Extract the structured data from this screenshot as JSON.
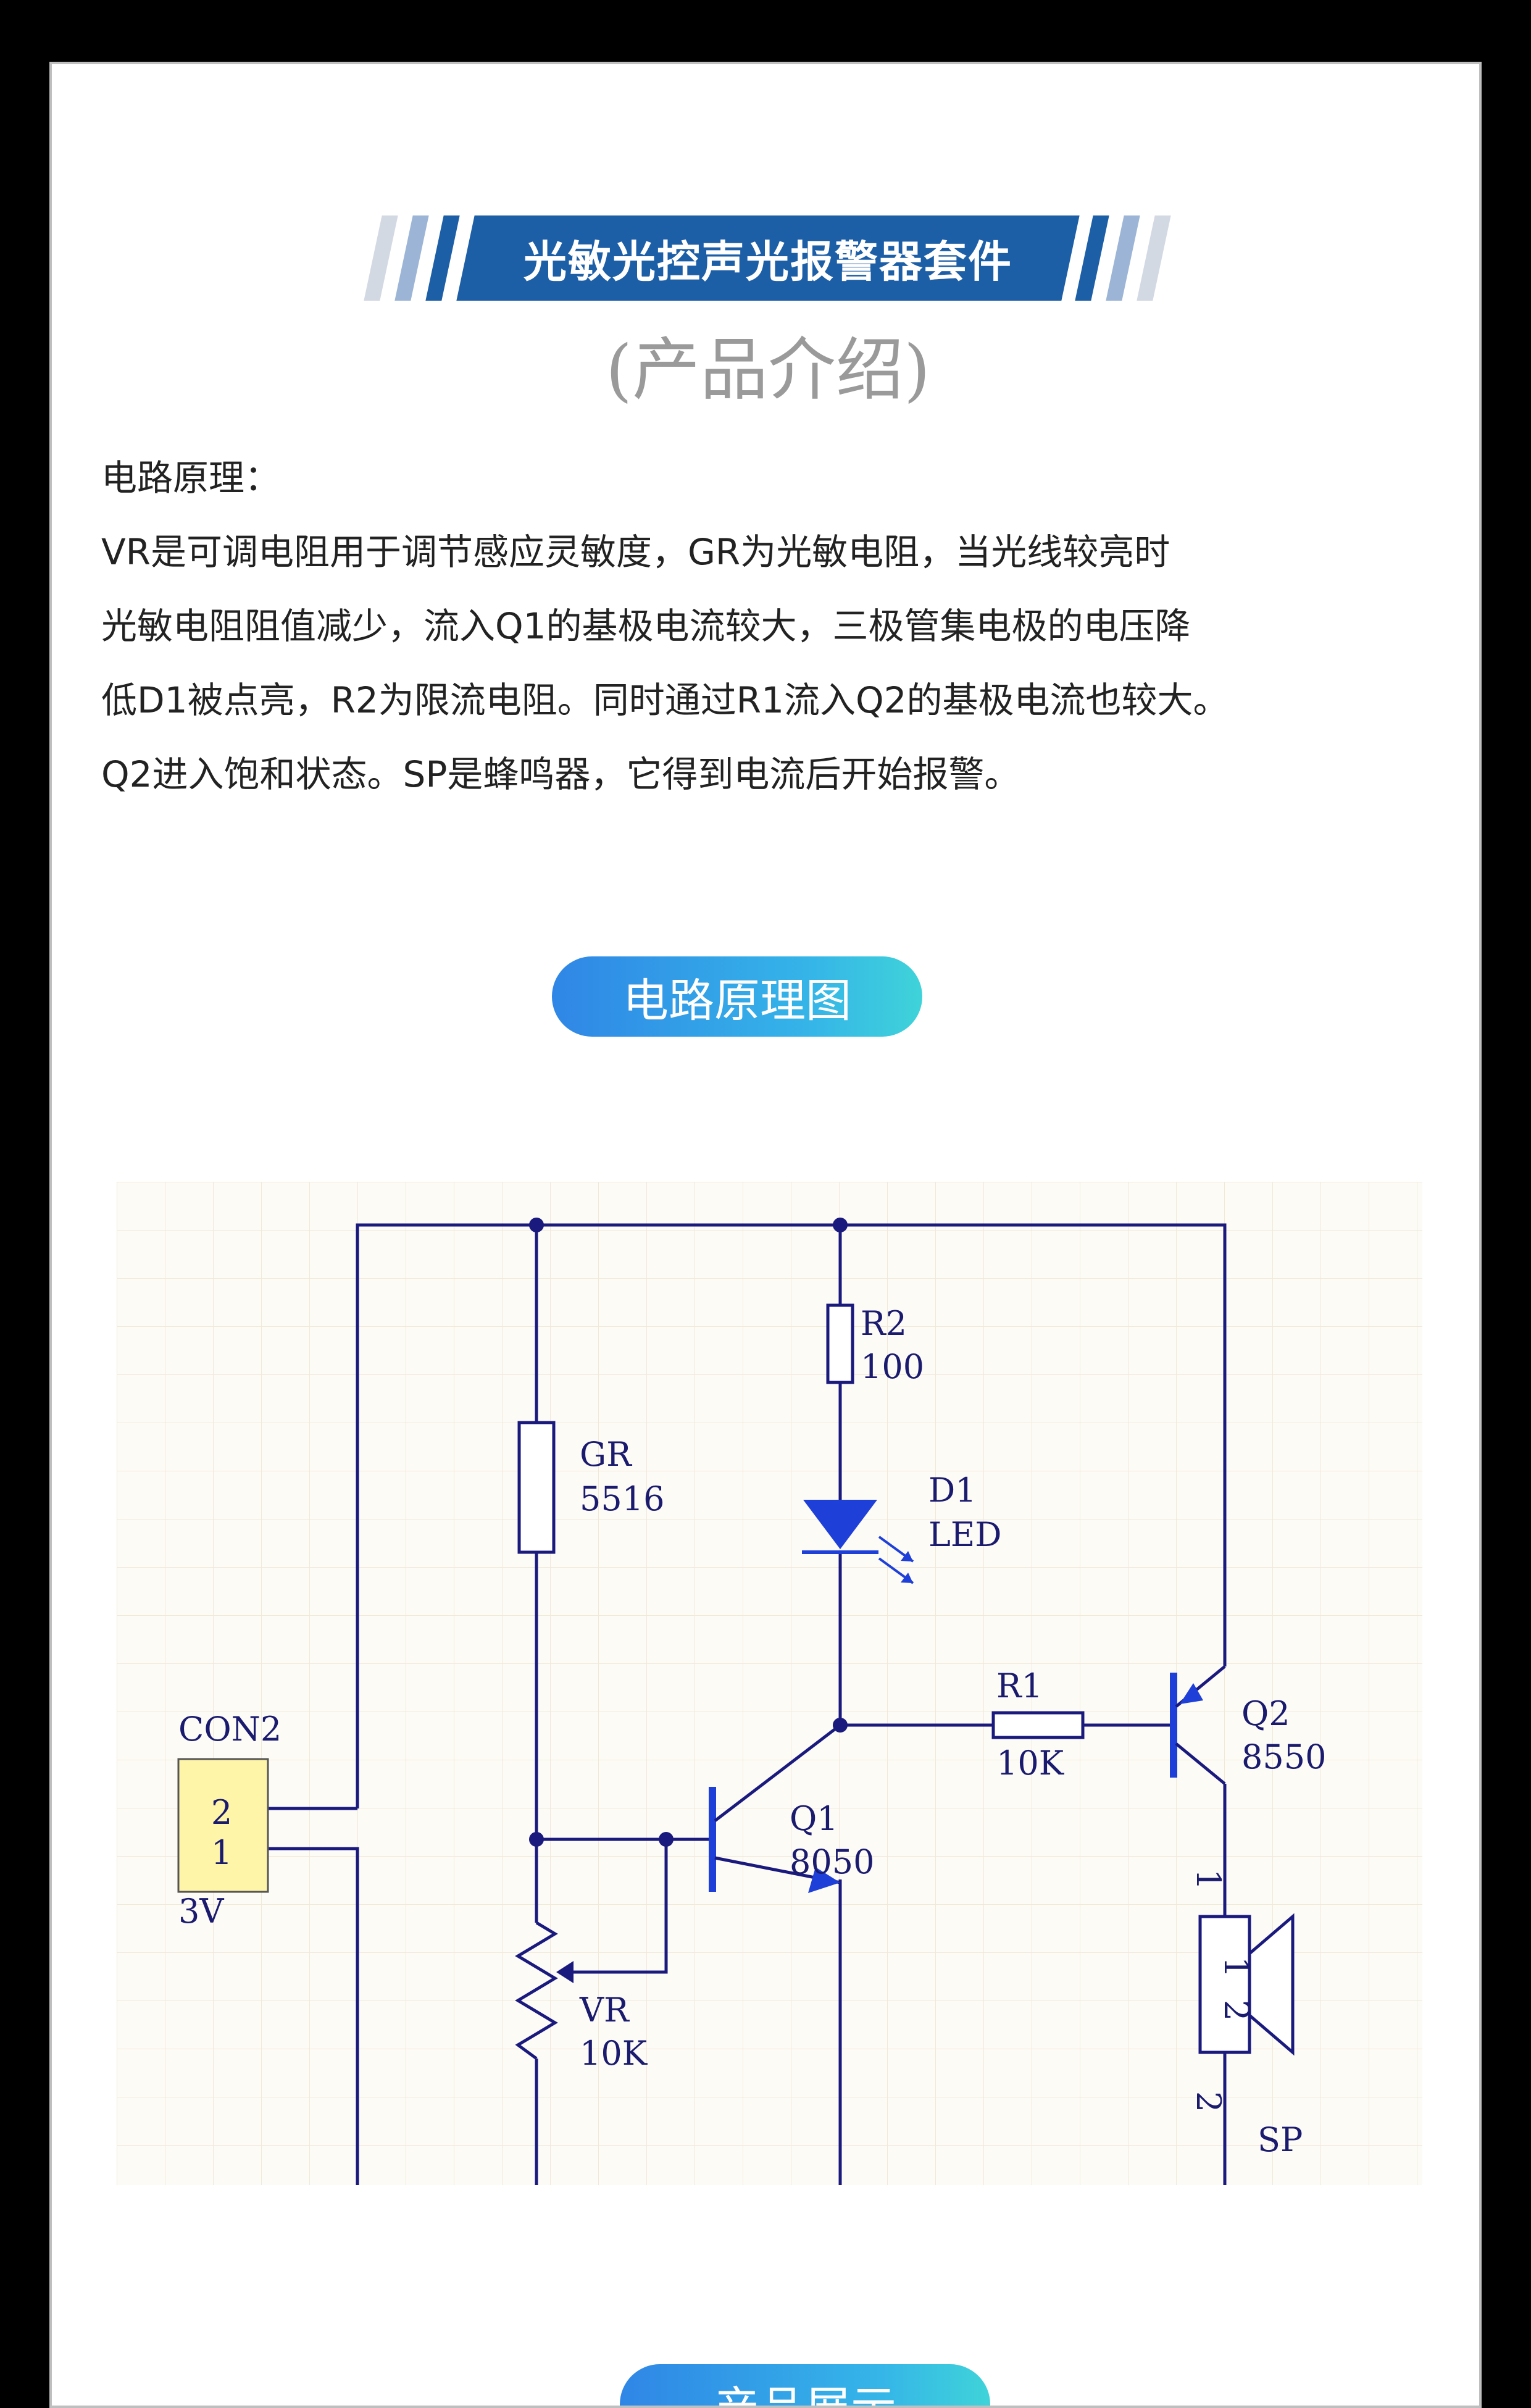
{
  "header": {
    "banner_title": "光敏光控声光报警器套件",
    "subtitle": "(产品介绍)"
  },
  "description": {
    "heading": "电路原理：",
    "lines": [
      "VR是可调电阻用于调节感应灵敏度，GR为光敏电阻，当光线较亮时",
      "光敏电阻阻值减少，流入Q1的基极电流较大，三极管集电极的电压降",
      "低D1被点亮，R2为限流电阻。同时通过R1流入Q2的基极电流也较大。",
      "Q2进入饱和状态。SP是蜂鸣器，它得到电流后开始报警。"
    ]
  },
  "section_schematic": {
    "label": "电路原理图"
  },
  "section_next": {
    "label": "产品展示"
  },
  "schematic": {
    "components": {
      "con2": {
        "ref": "CON2",
        "pin_top": "2",
        "pin_bottom": "1",
        "value": "3V"
      },
      "gr": {
        "ref": "GR",
        "value": "5516"
      },
      "r2": {
        "ref": "R2",
        "value": "100"
      },
      "d1": {
        "ref": "D1",
        "value": "LED"
      },
      "r1": {
        "ref": "R1",
        "value": "10K"
      },
      "q2": {
        "ref": "Q2",
        "value": "8550"
      },
      "q1": {
        "ref": "Q1",
        "value": "8050"
      },
      "vr": {
        "ref": "VR",
        "value": "10K"
      },
      "sp": {
        "ref": "SP",
        "pin_1": "1",
        "pin_2": "2"
      }
    },
    "colors": {
      "wire": "#1a1a7e",
      "component": "#1a1a7e",
      "connector_fill": "#fff5a8",
      "grid": "#f0e9d8",
      "led": "#1e3fd8"
    }
  }
}
